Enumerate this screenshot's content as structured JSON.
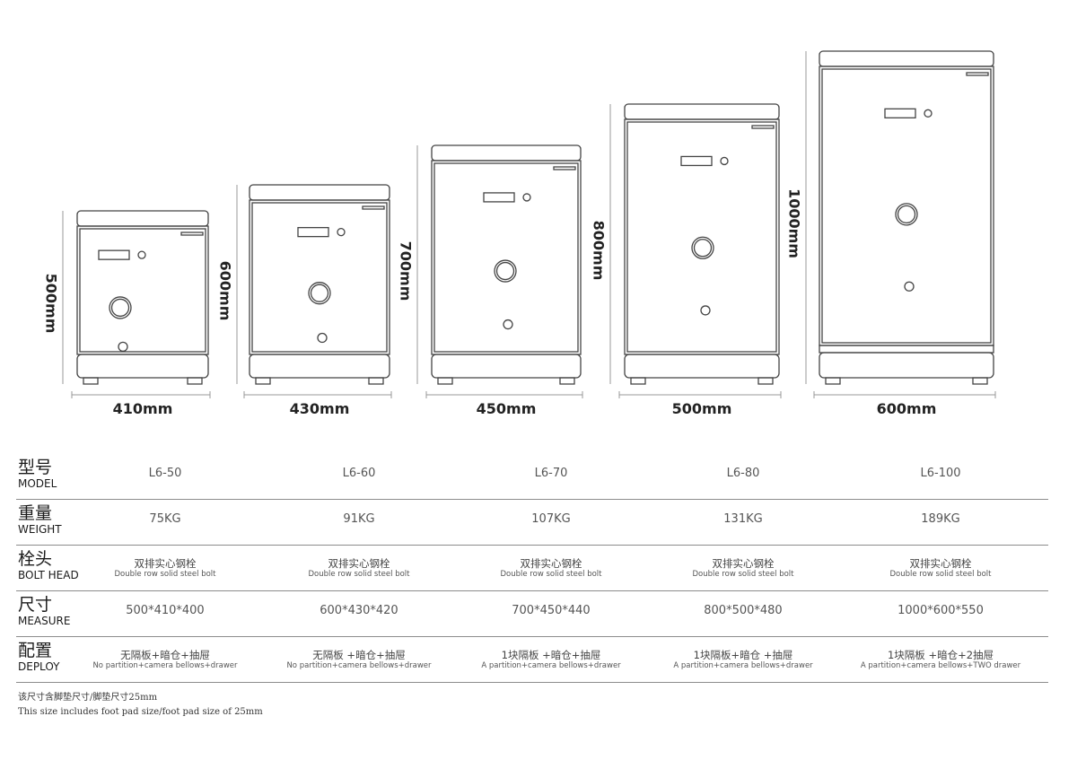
{
  "safes": [
    {
      "width_label": "410mm",
      "height_label": "500mm"
    },
    {
      "width_label": "430mm",
      "height_label": "600mm"
    },
    {
      "width_label": "450mm",
      "height_label": "700mm"
    },
    {
      "width_label": "500mm",
      "height_label": "800mm"
    },
    {
      "width_label": "600mm",
      "height_label": "1000mm"
    }
  ],
  "rows": [
    {
      "label_cn": "型号",
      "label_en": "MODEL",
      "values": [
        "L6-50",
        "L6-60",
        "L6-70",
        "L6-80",
        "L6-100"
      ]
    },
    {
      "label_cn": "重量",
      "label_en": "WEIGHT",
      "values": [
        "75KG",
        "91KG",
        "107KG",
        "131KG",
        "189KG"
      ]
    },
    {
      "label_cn": "栓头",
      "label_en": "BOLT HEAD",
      "values": [
        {
          "cn": "双排实心钢栓",
          "en": "Double row solid steel bolt"
        },
        {
          "cn": "双排实心钢栓",
          "en": "Double row solid steel bolt"
        },
        {
          "cn": "双排实心钢栓",
          "en": "Double row solid steel bolt"
        },
        {
          "cn": "双排实心钢栓",
          "en": "Double row solid steel bolt"
        },
        {
          "cn": "双排实心钢栓",
          "en": "Double row solid steel bolt"
        }
      ]
    },
    {
      "label_cn": "尺寸",
      "label_en": "MEASURE",
      "values": [
        "500*410*400",
        "600*430*420",
        "700*450*440",
        "800*500*480",
        "1000*600*550"
      ]
    },
    {
      "label_cn": "配置",
      "label_en": "DEPLOY",
      "values": [
        {
          "cn": "无隔板+暗仓+抽屉",
          "en": "No partition+camera bellows+drawer"
        },
        {
          "cn": "无隔板 +暗仓+抽屉",
          "en": "No partition+camera bellows+drawer"
        },
        {
          "cn": "1块隔板 +暗仓+抽屉",
          "en": "A partition+camera bellows+drawer"
        },
        {
          "cn": "1块隔板+暗仓 +抽屉",
          "en": "A partition+camera bellows+drawer"
        },
        {
          "cn": "1块隔板 +暗仓+2抽屉",
          "en": "A partition+camera bellows+TWO drawer"
        }
      ]
    }
  ],
  "footnote": {
    "cn": "该尺寸含脚垫尺寸/脚垫尺寸25mm",
    "en": "This size includes foot pad size/foot pad size of 25mm"
  }
}
